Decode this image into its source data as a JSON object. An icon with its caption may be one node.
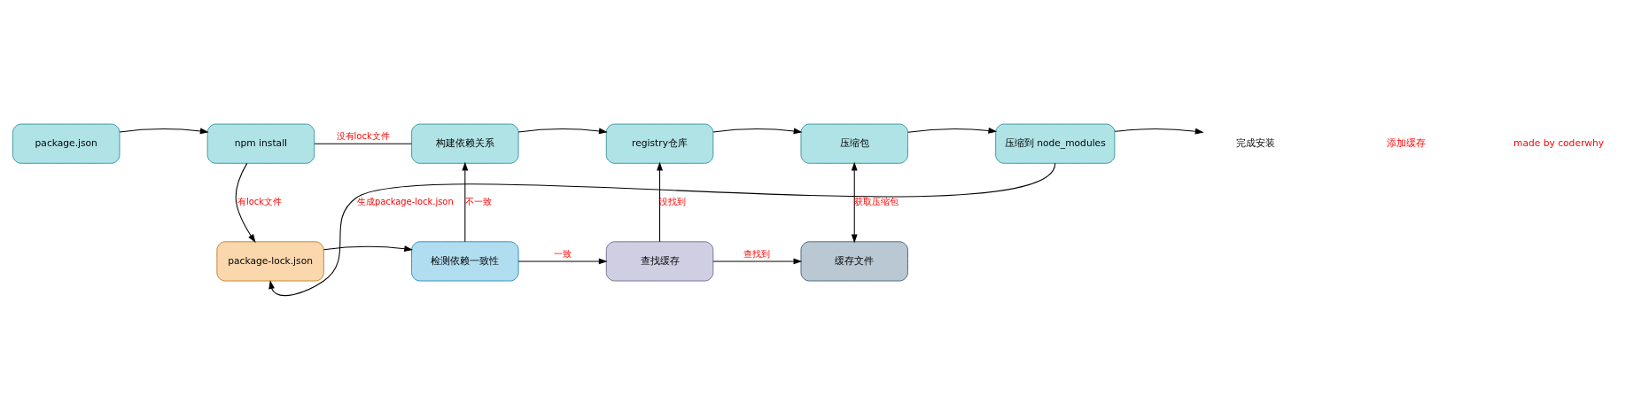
{
  "diagram": {
    "nodes": [
      {
        "text": [
          "package.json"
        ]
      },
      {
        "text": [
          "npm install"
        ]
      },
      {
        "text": [
          "构建依赖关系"
        ]
      },
      {
        "text": [
          "registry仓库"
        ]
      },
      {
        "text": [
          "压缩包"
        ]
      },
      {
        "text": [
          "压缩到 node_modules"
        ]
      },
      {
        "text": [
          "完成安装"
        ]
      },
      {
        "text": [
          "package-lock.json"
        ]
      },
      {
        "text": [
          "检测依赖一致性"
        ]
      },
      {
        "text": [
          "查找缓存"
        ]
      },
      {
        "text": [
          "缓存文件"
        ]
      }
    ],
    "edges": [
      {
        "from": 0,
        "to": 1,
        "arrow": "to"
      },
      {
        "from": 1,
        "to": 2,
        "arrow": "none",
        "label": "没有lock文件"
      },
      {
        "from": 2,
        "to": 3,
        "arrow": "to"
      },
      {
        "from": 3,
        "to": 4,
        "arrow": "to"
      },
      {
        "from": 4,
        "to": 5,
        "arrow": "to"
      },
      {
        "from": 5,
        "to": 6,
        "arrow": "to"
      },
      {
        "from": 1,
        "to": 7,
        "arrow": "to",
        "label": "有lock文件"
      },
      {
        "from": 7,
        "to": 8,
        "arrow": "to"
      },
      {
        "from": 8,
        "to": 2,
        "arrow": "to",
        "label": "不一致"
      },
      {
        "from": 8,
        "to": 9,
        "arrow": "to",
        "label": "一致"
      },
      {
        "from": 9,
        "to": 3,
        "arrow": "to",
        "label": "没找到"
      },
      {
        "from": 9,
        "to": 10,
        "arrow": "to",
        "label": "查找到"
      },
      {
        "from": 4,
        "to": 10,
        "arrow": "both",
        "label": "获取压缩包"
      },
      {
        "from": 5,
        "to": 7,
        "arrow": "to",
        "label": "生成package-lock.json"
      }
    ],
    "labels": [
      "添加缓存",
      "made by coderwhy"
    ]
  }
}
